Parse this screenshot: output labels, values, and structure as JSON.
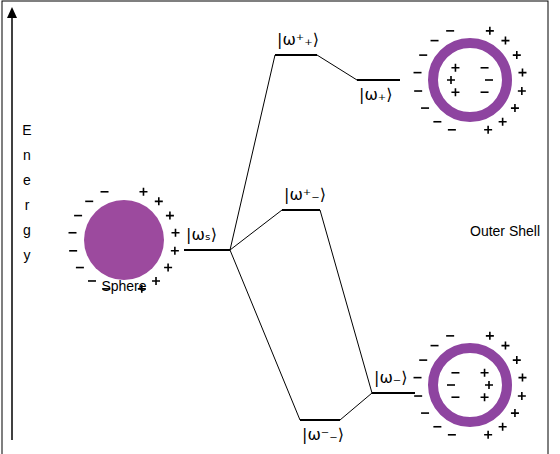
{
  "diagram": {
    "nodes": [
      {
        "text": [
          "|ωₛ⟩"
        ]
      },
      {
        "text": [
          "|ω⁺₊⟩"
        ]
      },
      {
        "text": [
          "|ω⁺₋⟩"
        ]
      },
      {
        "text": [
          "|ω⁻₋⟩"
        ]
      },
      {
        "text": [
          "|ω₊⟩"
        ]
      },
      {
        "text": [
          "|ω₋⟩"
        ]
      }
    ],
    "edges": [
      {
        "from": 0,
        "to": 1,
        "arrow": "none"
      },
      {
        "from": 0,
        "to": 2,
        "arrow": "none"
      },
      {
        "from": 0,
        "to": 3,
        "arrow": "none"
      },
      {
        "from": 1,
        "to": 4,
        "arrow": "none"
      },
      {
        "from": 2,
        "to": 5,
        "arrow": "none"
      },
      {
        "from": 3,
        "to": 5,
        "arrow": "none"
      }
    ],
    "labels": [
      "Energy",
      "Sphere",
      "Outer Shell"
    ]
  }
}
